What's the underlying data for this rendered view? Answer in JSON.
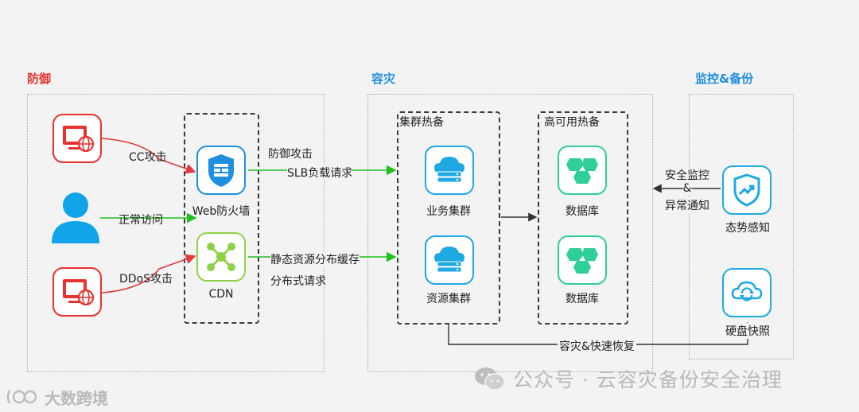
{
  "sections": {
    "defense": "防御",
    "disaster": "容灾",
    "monitor": "监控&备份"
  },
  "colors": {
    "defense_title": "#e8322f",
    "other_titles": "#1f8fe0",
    "red": "#e8322f",
    "blue": "#1f8fe0",
    "green": "#2fcf98",
    "lime": "#8fd24a",
    "arrow_red": "#e23a3a",
    "arrow_green": "#1fc11f"
  },
  "labels": {
    "cc_attack": "CC攻击",
    "normal_access": "正常访问",
    "ddos_attack": "DDoS攻击",
    "waf": "Web防火墙",
    "cdn": "CDN",
    "defense_attack": "防御攻击",
    "slb_request": "SLB负载请求",
    "static_cache": "静态资源分布缓存",
    "distributed_request": "分布式请求",
    "cluster_hot_standby": "集群热备",
    "ha_hot_standby": "高可用热备",
    "business_cluster": "业务集群",
    "resource_cluster": "资源集群",
    "database_1": "数据库",
    "database_2": "数据库",
    "security_monitor_1": "安全监控",
    "security_monitor_2": "&",
    "security_monitor_3": "异常通知",
    "situation_awareness": "态势感知",
    "disk_snapshot": "硬盘快照",
    "dr_recovery": "容灾&快速恢复"
  },
  "icons": {
    "attacker_1": "monitor-globe-icon",
    "user": "user-icon",
    "attacker_2": "monitor-globe-icon",
    "waf": "firewall-shield-icon",
    "cdn": "cdn-network-icon",
    "business_cluster": "cloud-server-icon",
    "resource_cluster": "cloud-server-icon",
    "database": "database-icon",
    "situation": "shield-trend-icon",
    "snapshot": "snapshot-sync-icon"
  },
  "watermarks": {
    "wechat": "公众号 · 云容灾备份安全治理",
    "brand": "大数跨境"
  }
}
